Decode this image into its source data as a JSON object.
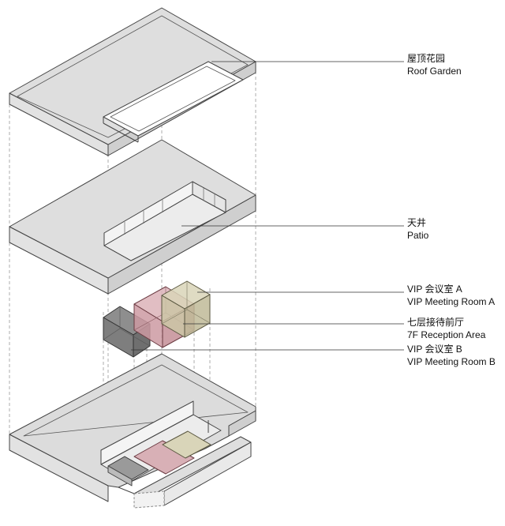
{
  "labels": {
    "roof_garden": {
      "cn": "屋顶花园",
      "en": "Roof Garden"
    },
    "patio": {
      "cn": "天井",
      "en": "Patio"
    },
    "vip_a": {
      "cn": "VIP 会议室 A",
      "en": "VIP Meeting Room A"
    },
    "reception": {
      "cn": "七层接待前厅",
      "en": "7F Reception Area"
    },
    "vip_b": {
      "cn": "VIP 会议室 B",
      "en": "VIP Meeting Room B"
    }
  },
  "colors": {
    "slab_top": "#dcdcdc",
    "slab_side": "#c8c8c8",
    "outline": "#444444",
    "vip_a": "#d7d2b4",
    "reception": "#d4a9b0",
    "vip_b": "#8e8e8e",
    "guide": "#999999",
    "leader": "#333333"
  }
}
